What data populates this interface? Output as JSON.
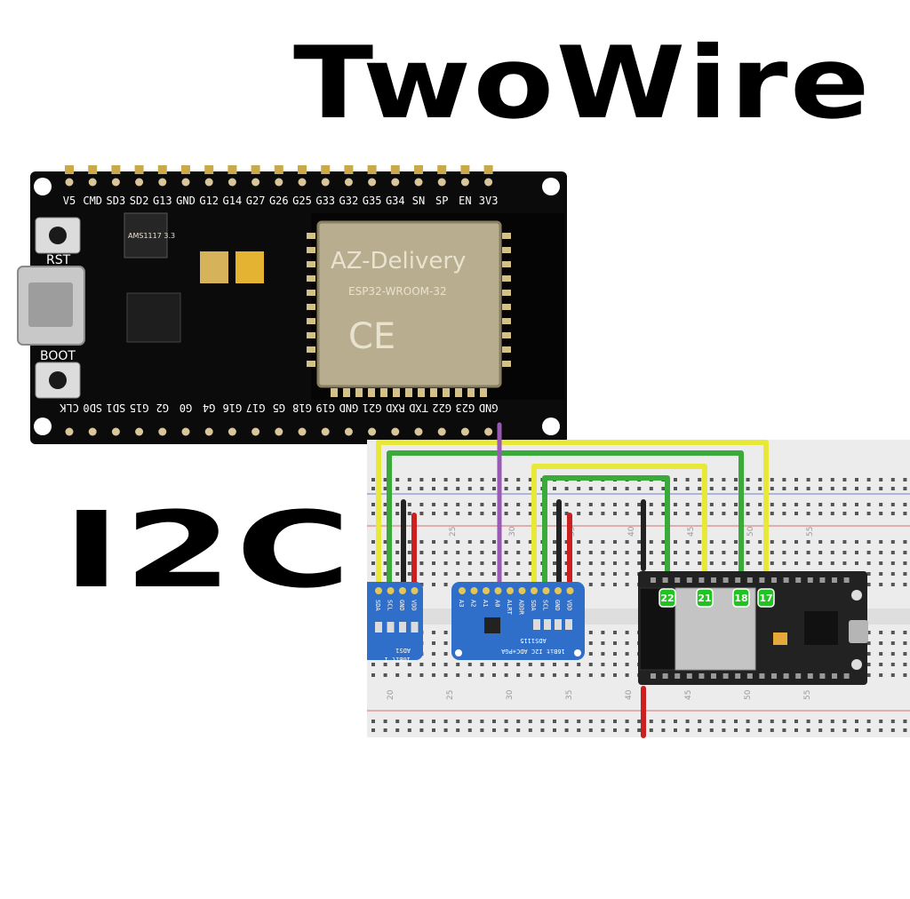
{
  "title": "TwoWire",
  "subtitle": "I2C",
  "board": {
    "top_pins": [
      "V5",
      "CMD",
      "SD3",
      "SD2",
      "G13",
      "GND",
      "G12",
      "G14",
      "G27",
      "G26",
      "G25",
      "G33",
      "G32",
      "G35",
      "G34",
      "SN",
      "SP",
      "EN",
      "3V3"
    ],
    "bottom_pins": [
      "CLK",
      "SD0",
      "SD1",
      "G15",
      "G2",
      "G0",
      "G4",
      "G16",
      "G17",
      "G5",
      "G18",
      "G19",
      "GND",
      "G21",
      "RXD",
      "TXD",
      "G22",
      "G23",
      "GND"
    ],
    "rst_label": "RST",
    "boot_label": "BOOT",
    "chip_brand": "AZ-Delivery",
    "chip_model": "ESP32-WROOM-32",
    "ce_mark": "CE",
    "regulator": "AMS1117 3.3"
  },
  "breadboard": {
    "column_numbers_top": [
      "25",
      "30",
      "35",
      "40",
      "45",
      "50",
      "55"
    ],
    "column_numbers_bottom": [
      "20",
      "25",
      "30",
      "35",
      "40",
      "45",
      "50",
      "55"
    ]
  },
  "module_left": {
    "pins": [
      "SDA",
      "SCL",
      "GND",
      "VDD"
    ],
    "label_line1": "ADS1",
    "label_line2": "16Bit I"
  },
  "module_center": {
    "pins": [
      "A3",
      "A2",
      "A1",
      "A0",
      "ALRT",
      "ADDR",
      "SDA",
      "SCL",
      "GND",
      "VDD"
    ],
    "label_line1": "ADS1115",
    "label_line2": "16Bit I2C ADC+PGA"
  },
  "esp32_small": {
    "pin_tags": [
      "22",
      "21",
      "18",
      "17"
    ]
  },
  "colors": {
    "wire_yellow": "#e8e838",
    "wire_green": "#3aaa3a",
    "wire_black": "#222222",
    "wire_red": "#cc1f1f",
    "wire_purple": "#9b59b6",
    "module_blue": "#2f6fc9",
    "pcb_black": "#111111",
    "pin_tag_green": "#22c222"
  }
}
